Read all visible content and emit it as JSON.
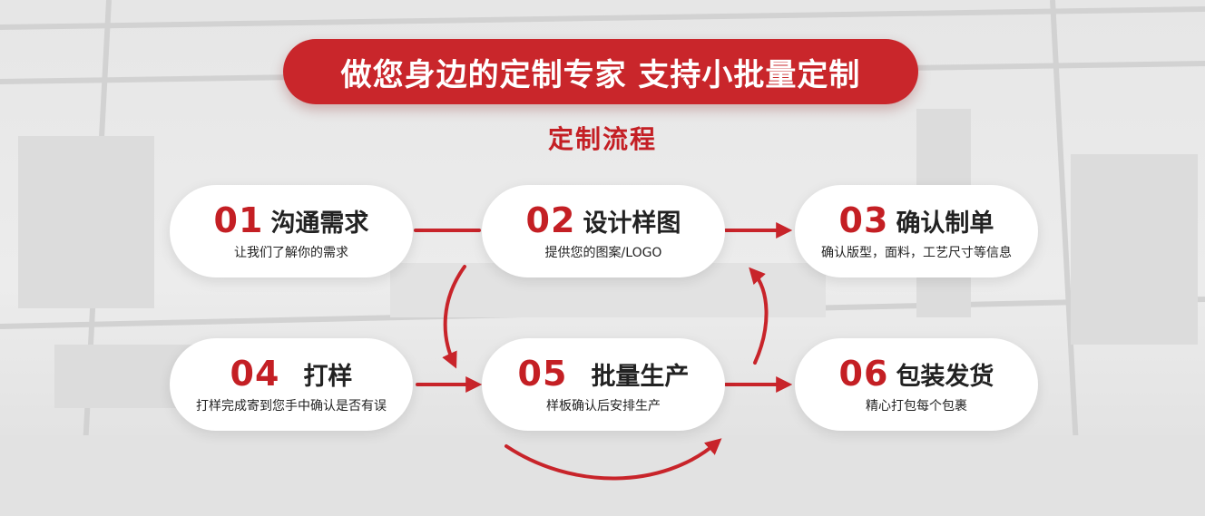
{
  "banner": {
    "text": "做您身边的定制专家 支持小批量定制"
  },
  "subtitle": "定制流程",
  "colors": {
    "accent": "#c9262b",
    "card": "#ffffff",
    "background": "#e9e9e9"
  },
  "steps": [
    {
      "num": "01",
      "title": "沟通需求",
      "desc": "让我们了解你的需求"
    },
    {
      "num": "02",
      "title": "设计样图",
      "desc": "提供您的图案/LOGO"
    },
    {
      "num": "03",
      "title": "确认制单",
      "desc": "确认版型，面料，工艺尺寸等信息"
    },
    {
      "num": "04",
      "title": "打样",
      "desc": "打样完成寄到您手中确认是否有误"
    },
    {
      "num": "05",
      "title": "批量生产",
      "desc": "样板确认后安排生产"
    },
    {
      "num": "06",
      "title": "包装发货",
      "desc": "精心打包每个包裹"
    }
  ]
}
